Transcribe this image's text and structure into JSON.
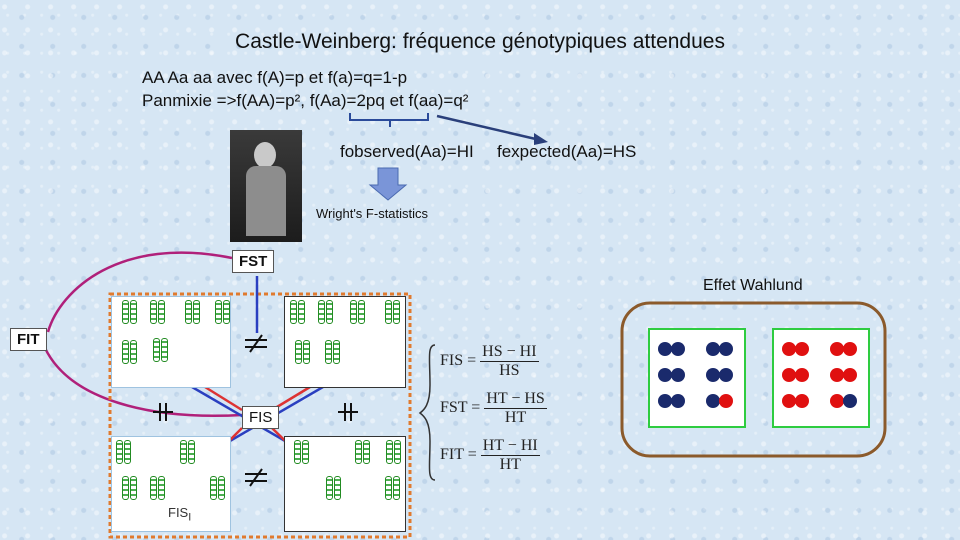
{
  "title": "Castle-Weinberg: fréquence génotypiques attendues",
  "line1": "AA Aa aa avec f(A)=p et f(a)=q=1-p",
  "line2": "Panmixie =>f(AA)=p², f(Aa)=2pq et f(aa)=q²",
  "f_observed": "fobserved(Aa)=HI",
  "f_expected": "fexpected(Aa)=HS",
  "wright": "Wright's F-statistics",
  "fst_tag": "FST",
  "fit_tag": "FIT",
  "fis_tag": "FIS",
  "fis_small": "FIS",
  "fis_small_sub": "I",
  "wahlund_title": "Effet Wahlund",
  "formulas": [
    {
      "lhs": "FIS",
      "num": "HS − HI",
      "den": "HS"
    },
    {
      "lhs": "FST",
      "num": "HT − HS",
      "den": "HT"
    },
    {
      "lhs": "FIT",
      "num": "HT − HI",
      "den": "HT"
    }
  ],
  "colors": {
    "blue": "#1a2a6c",
    "red": "#e01010",
    "green": "#2ecc40",
    "orange": "#e07a2e",
    "brown": "#8b5a2b",
    "magenta": "#b0207a"
  },
  "populations": [
    [
      "blue",
      "blue",
      "blue",
      "blue",
      "blue",
      "blue"
    ],
    [
      "blue",
      "blue",
      "blue",
      "blue",
      "blue",
      "red"
    ],
    [
      "red",
      "red",
      "red",
      "red",
      "red",
      "red"
    ],
    [
      "red",
      "red",
      "red",
      "red",
      "red",
      "blue"
    ]
  ]
}
